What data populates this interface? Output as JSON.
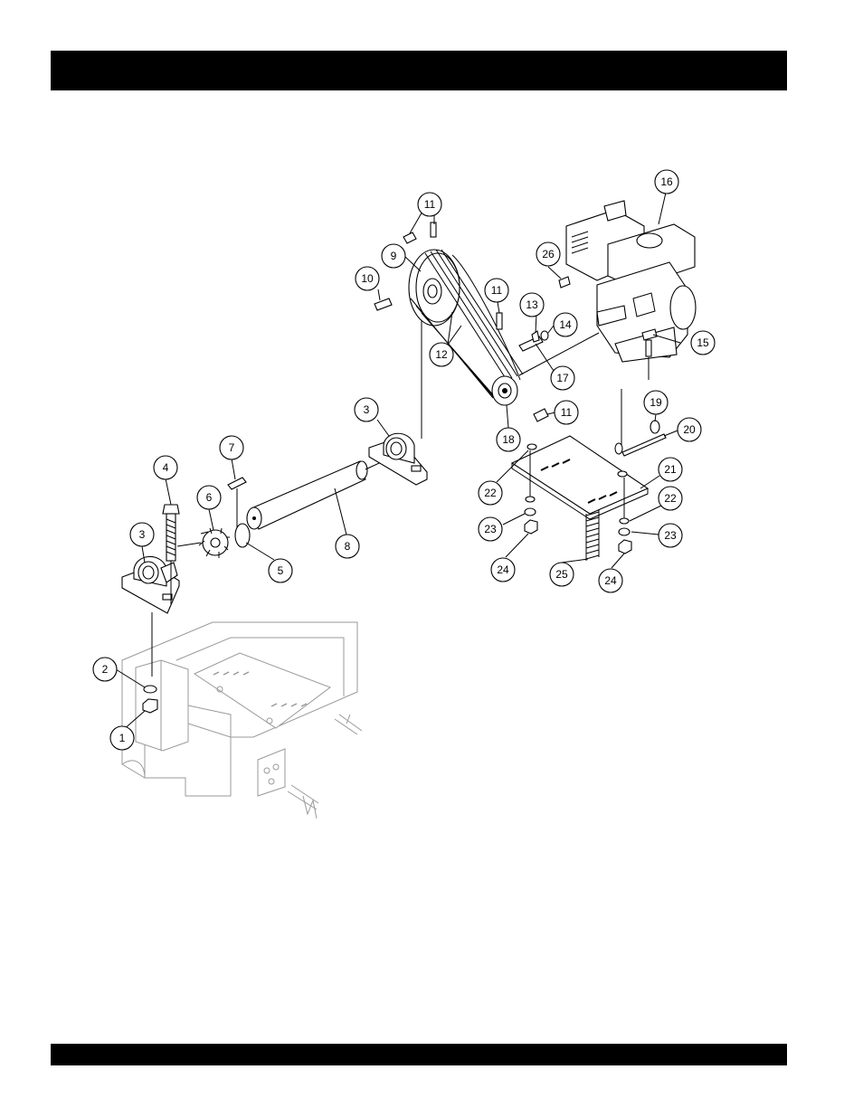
{
  "header": {
    "text": ""
  },
  "footer": {
    "text": ""
  },
  "callouts": [
    {
      "label": "1"
    },
    {
      "label": "2"
    },
    {
      "label": "3"
    },
    {
      "label": "3"
    },
    {
      "label": "4"
    },
    {
      "label": "5"
    },
    {
      "label": "6"
    },
    {
      "label": "7"
    },
    {
      "label": "8"
    },
    {
      "label": "9"
    },
    {
      "label": "10"
    },
    {
      "label": "11"
    },
    {
      "label": "11"
    },
    {
      "label": "11"
    },
    {
      "label": "12"
    },
    {
      "label": "13"
    },
    {
      "label": "14"
    },
    {
      "label": "15"
    },
    {
      "label": "16"
    },
    {
      "label": "17"
    },
    {
      "label": "18"
    },
    {
      "label": "19"
    },
    {
      "label": "20"
    },
    {
      "label": "21"
    },
    {
      "label": "22"
    },
    {
      "label": "22"
    },
    {
      "label": "23"
    },
    {
      "label": "23"
    },
    {
      "label": "24"
    },
    {
      "label": "24"
    },
    {
      "label": "25"
    },
    {
      "label": "26"
    }
  ]
}
